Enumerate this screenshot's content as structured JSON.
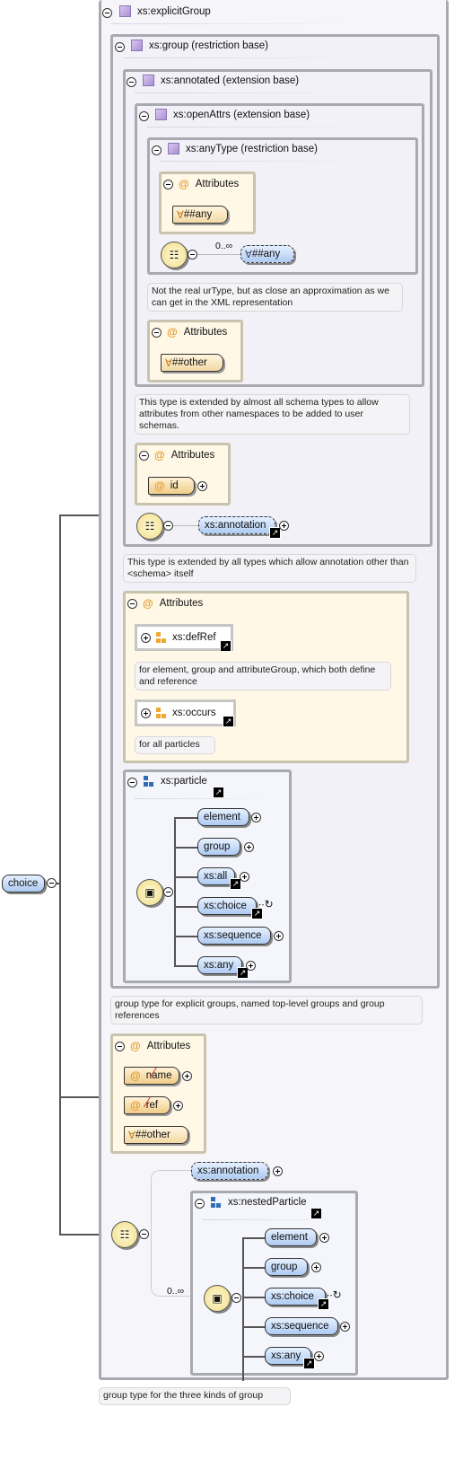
{
  "root": {
    "label": "xs:explicitGroup"
  },
  "group": {
    "label": "xs:group (restriction base)"
  },
  "annotated": {
    "label": "xs:annotated (extension base)"
  },
  "openAttrs": {
    "label": "xs:openAttrs (extension base)"
  },
  "anyType": {
    "label": "xs:anyType (restriction base)",
    "attributes_label": "Attributes",
    "any_attr": "##any",
    "cardinality": "0..∞",
    "any_element": "##any",
    "note": "Not the real urType, but as close an approximation as we can get in the XML representation"
  },
  "openAttrs_attrs": {
    "label": "Attributes",
    "other": "##other"
  },
  "openAttrs_note": "This type is extended by almost all schema types to allow attributes from other namespaces to be added to user schemas.",
  "annotated_attrs": {
    "label": "Attributes",
    "id": "id"
  },
  "annotated_seq": {
    "annotation": "xs:annotation"
  },
  "annotated_note": "This type is extended by all types which allow annotation other than <schema> itself",
  "group_attrs": {
    "label": "Attributes",
    "defRef": "xs:defRef",
    "defRef_note": "for element, group and attributeGroup, which both define and reference",
    "occurs": "xs:occurs",
    "occurs_note": "for all particles"
  },
  "particle": {
    "label": "xs:particle",
    "items": [
      "element",
      "group",
      "xs:all",
      "xs:choice",
      "xs:sequence",
      "xs:any"
    ]
  },
  "group_note": "group type for explicit groups, named top-level groups and group references",
  "choice_label": "choice",
  "explicit_attrs": {
    "label": "Attributes",
    "name": "name",
    "ref": "ref",
    "other": "##other"
  },
  "explicit_seq": {
    "annotation": "xs:annotation",
    "cardinality": "0..∞"
  },
  "nested": {
    "label": "xs:nestedParticle",
    "items": [
      "element",
      "group",
      "xs:choice",
      "xs:sequence",
      "xs:any"
    ]
  },
  "root_note": "group type for the three kinds of group",
  "symbols": {
    "at": "@",
    "forall": "∀",
    "ref": "↗"
  },
  "colors": {
    "panel_border": "#a9a9b2",
    "element_fill": "#aecbf2",
    "attr_fill": "#fff8e6",
    "compositor_fill": "#f2dd86"
  }
}
